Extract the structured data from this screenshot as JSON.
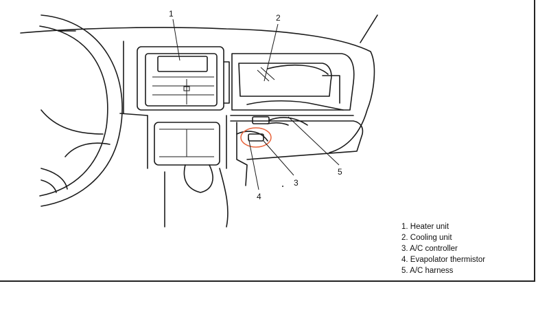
{
  "callouts": [
    {
      "number": "1"
    },
    {
      "number": "2"
    },
    {
      "number": "3"
    },
    {
      "number": "4"
    },
    {
      "number": "5"
    }
  ],
  "legend": [
    {
      "text": "1. Heater unit"
    },
    {
      "text": "2. Cooling unit"
    },
    {
      "text": "3. A/C controller"
    },
    {
      "text": "4. Evapolator thermistor"
    },
    {
      "text": "5. A/C harness"
    }
  ],
  "highlight_color": "#e8633a"
}
